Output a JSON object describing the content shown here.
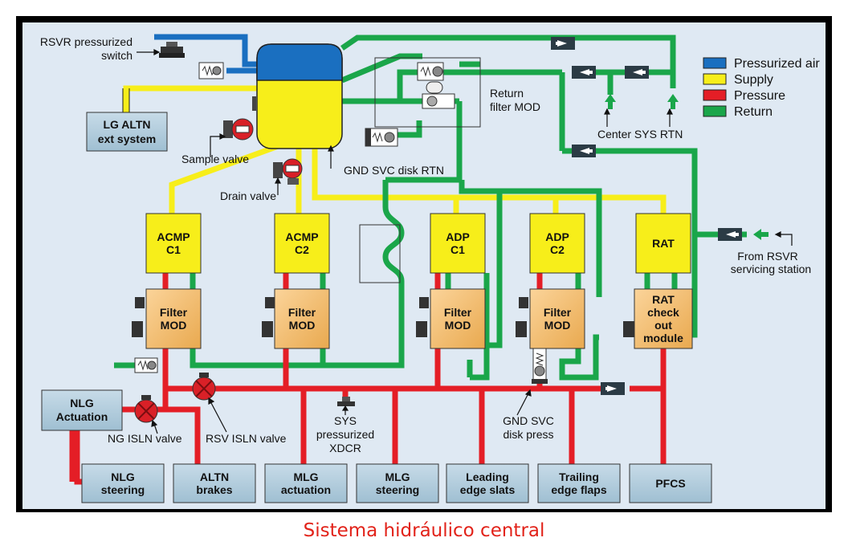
{
  "caption": "Sistema hidráulico central",
  "legend": [
    {
      "label": "Pressurized air",
      "color": "#1a6fc0"
    },
    {
      "label": "Supply",
      "color": "#f7ee1a"
    },
    {
      "label": "Pressure",
      "color": "#e41e26"
    },
    {
      "label": "Return",
      "color": "#1aa64a"
    }
  ],
  "labels": {
    "rsvr_switch_1": "RSVR pressurized",
    "rsvr_switch_2": "switch",
    "sample_valve": "Sample valve",
    "drain_valve": "Drain valve",
    "gnd_svc_disk_rtn": "GND SVC disk RTN",
    "return_filter_1": "Return",
    "return_filter_2": "filter MOD",
    "center_sys_rtn": "Center SYS RTN",
    "from_rsvr_1": "From RSVR",
    "from_rsvr_2": "servicing station",
    "ng_isln": "NG ISLN valve",
    "rsv_isln": "RSV ISLN valve",
    "sys_xdcr_1": "SYS",
    "sys_xdcr_2": "pressurized",
    "sys_xdcr_3": "XDCR",
    "gnd_svc_press_1": "GND SVC",
    "gnd_svc_press_2": "disk press"
  },
  "boxes": {
    "lg_altn": [
      "LG ALTN",
      "ext system"
    ],
    "nlg_actuation": [
      "NLG",
      "Actuation"
    ]
  },
  "pumps": [
    {
      "lines": [
        "ACMP",
        "C1"
      ]
    },
    {
      "lines": [
        "ACMP",
        "C2"
      ]
    },
    {
      "lines": [
        "ADP",
        "C1"
      ]
    },
    {
      "lines": [
        "ADP",
        "C2"
      ]
    },
    {
      "lines": [
        "RAT"
      ]
    }
  ],
  "filters": [
    {
      "lines": [
        "Filter",
        "MOD"
      ]
    },
    {
      "lines": [
        "Filter",
        "MOD"
      ]
    },
    {
      "lines": [
        "Filter",
        "MOD"
      ]
    },
    {
      "lines": [
        "Filter",
        "MOD"
      ]
    },
    {
      "lines": [
        "RAT",
        "check",
        "out",
        "module"
      ]
    }
  ],
  "users": [
    {
      "lines": [
        "NLG",
        "steering"
      ]
    },
    {
      "lines": [
        "ALTN",
        "brakes"
      ]
    },
    {
      "lines": [
        "MLG",
        "actuation"
      ]
    },
    {
      "lines": [
        "MLG",
        "steering"
      ]
    },
    {
      "lines": [
        "Leading",
        "edge slats"
      ]
    },
    {
      "lines": [
        "Trailing",
        "edge flaps"
      ]
    },
    {
      "lines": [
        "PFCS"
      ]
    }
  ]
}
